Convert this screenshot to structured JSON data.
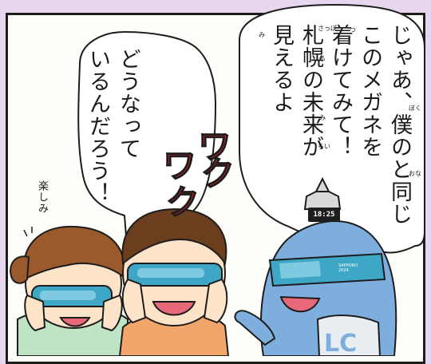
{
  "speech_right": {
    "lines": [
      "じゃあ、僕のと同じ",
      "このメガネを",
      "着けてみて！",
      "札幌の未来が",
      "見えるよ"
    ]
  },
  "speech_left": {
    "lines": [
      "どうなって",
      "いるんだろう！"
    ]
  },
  "side_note": "楽しみ",
  "furigana": {
    "boku": "ぼく",
    "onaji": "おな",
    "tsu": "つ",
    "sappo": "さっぽ",
    "ro": "ろ",
    "mi": "み",
    "rai": "らい",
    "miru": "み"
  },
  "sound_effect": [
    "ワ",
    "ク",
    "ワ",
    "ク"
  ],
  "mascot": {
    "clock_time": "18:25",
    "lens_logo": "SAPPORO",
    "lens_sub": "2024"
  },
  "colors": {
    "background": "#e6d6ee",
    "sound_effect": "#e8212e",
    "mascot_body": "#7eaede",
    "lens": "#3fa7c6",
    "woman_hair": "#9a5a2c",
    "man_hair": "#6b3f1e",
    "skin": "#fde3c8"
  }
}
